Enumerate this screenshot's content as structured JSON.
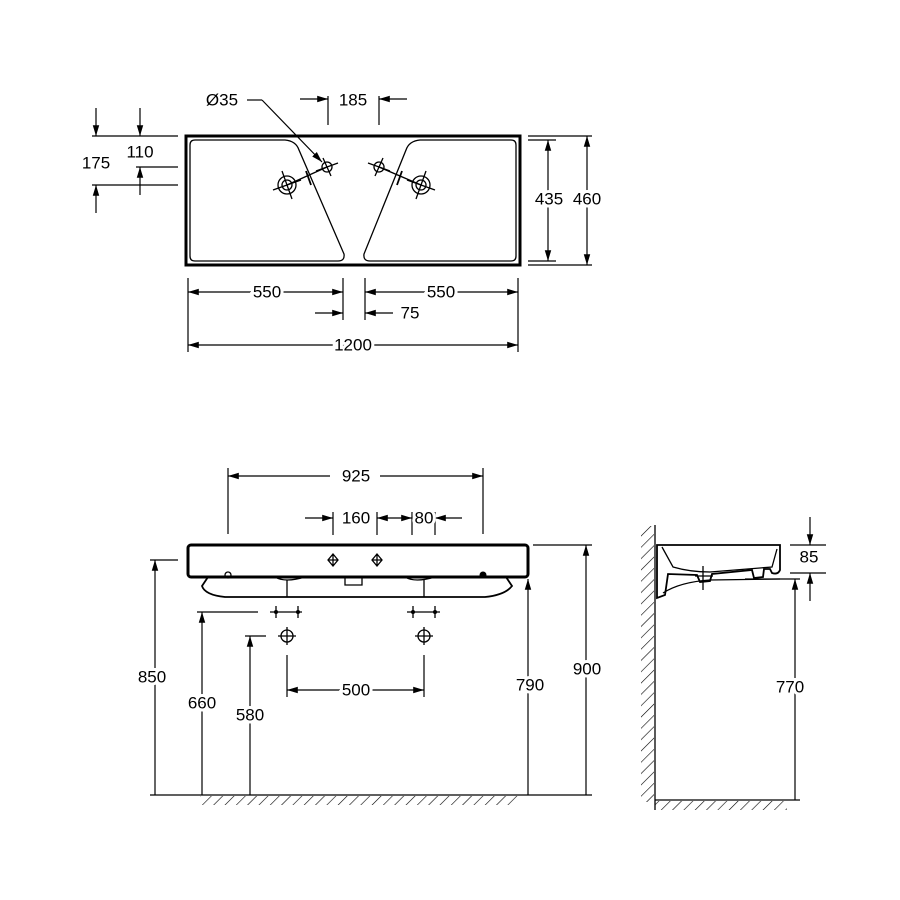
{
  "top_view": {
    "hole_diameter": "Ø35",
    "tap_spacing": "185",
    "offset_outer": "175",
    "offset_inner": "110",
    "inner_depth": "435",
    "overall_depth": "460",
    "basin_width_left": "550",
    "basin_width_right": "550",
    "center_gap": "75",
    "overall_width": "1200"
  },
  "front_view": {
    "bracket_spacing": "925",
    "fixing_spacing": "160",
    "fixing_offset": "80",
    "top_height": "850",
    "supply_height": "660",
    "waste_height": "580",
    "waste_spacing": "500",
    "underside_height": "790",
    "overall_height": "900"
  },
  "side_view": {
    "basin_height": "85",
    "underside_height": "770"
  }
}
